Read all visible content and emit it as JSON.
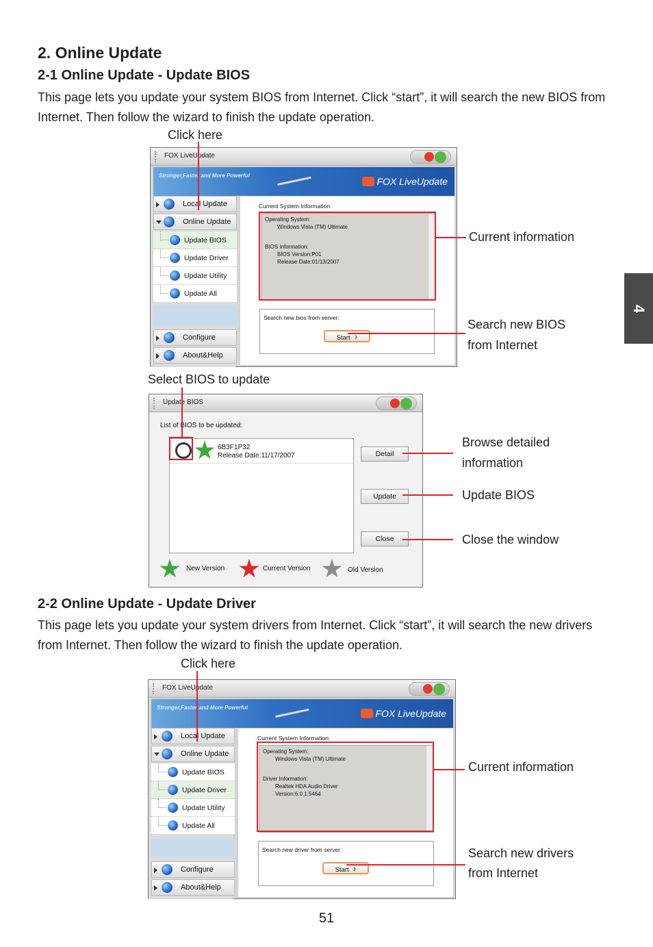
{
  "page": {
    "number": "51",
    "side_tab": "4"
  },
  "section": {
    "title": "2. Online Update"
  },
  "bios": {
    "title": "2-1 Online Update - Update BIOS",
    "para": "This page lets you update your system BIOS from Internet. Click “start”, it will search the new BIOS from Internet. Then follow the wizard to finish the update operation.",
    "click_here": "Click here",
    "ann_current": "Current information",
    "ann_search_1": "Search new BIOS",
    "ann_search_2": "from Internet",
    "info": {
      "os_label": "Operating System:",
      "os_value": "Windows Vista (TM) Ultimate",
      "detail_label": "BIOS Information:",
      "detail_1": "BIOS Version:P01",
      "detail_2": "Release Date:01/13/2007"
    },
    "search_label": "Search new bios from server:"
  },
  "select": {
    "caption": "Select BIOS to update",
    "window_title": "Update BIOS",
    "list_label": "List of BIOS to be updated:",
    "item_name": "6B3F1P32",
    "item_date": "Release Date:11/17/2007",
    "btn_detail": "Detail",
    "btn_update": "Update",
    "btn_close": "Close",
    "ann_detail_1": "Browse detailed",
    "ann_detail_2": "information",
    "ann_update": "Update BIOS",
    "ann_close": "Close the window",
    "legend_new": "New Version",
    "legend_current": "Current Version",
    "legend_old": "Old Version"
  },
  "driver": {
    "title": "2-2 Online Update - Update Driver",
    "para": "This page lets you update your system drivers from Internet. Click “start”, it will search the new drivers from Internet. Then follow the wizard to finish the update operation.",
    "click_here": "Click here",
    "ann_current": "Current information",
    "ann_search_1": "Search new drivers",
    "ann_search_2": "from Internet",
    "info": {
      "os_label": "Operating System:",
      "os_value": "Windows Vista (TM) Ultimate",
      "detail_label": "Driver Information:",
      "detail_1": "Realtek HDA Audio Driver",
      "detail_2": "Version:6.0.1.5464"
    },
    "search_label": "Search new driver from server:"
  },
  "app": {
    "window_title": "FOX LiveUpdate",
    "slogan": "Stronger,Faster and More Powerful",
    "logo": "FOX LiveUpdate",
    "current_sys": "Current System Information:",
    "start": "Start",
    "menu": {
      "local": "Local Update",
      "online": "Online Update",
      "sub_bios": "Update BIOS",
      "sub_driver": "Update Driver",
      "sub_utility": "Update Utility",
      "sub_all": "Update All",
      "configure": "Configure",
      "about": "About&Help"
    }
  }
}
